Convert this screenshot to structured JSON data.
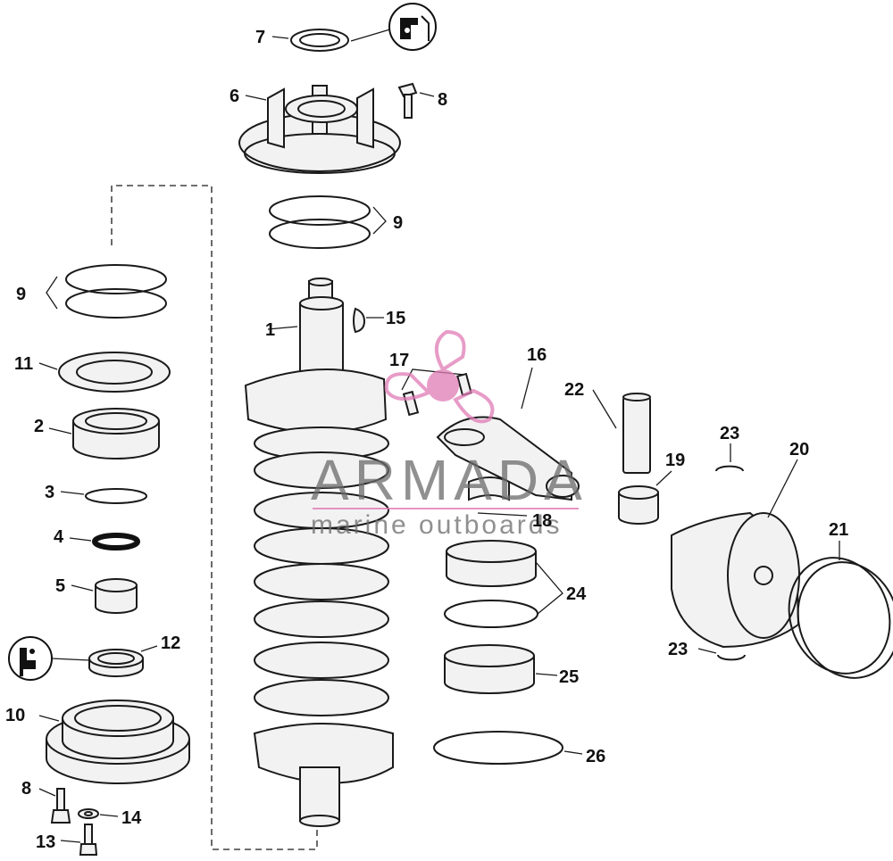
{
  "callouts": {
    "c1": "1",
    "c2": "2",
    "c3": "3",
    "c4": "4",
    "c5": "5",
    "c6": "6",
    "c7": "7",
    "c8a": "8",
    "c8b": "8",
    "c9a": "9",
    "c9b": "9",
    "c10": "10",
    "c11": "11",
    "c12": "12",
    "c13": "13",
    "c14": "14",
    "c15": "15",
    "c16": "16",
    "c17": "17",
    "c18": "18",
    "c19": "19",
    "c20": "20",
    "c21": "21",
    "c22": "22",
    "c23a": "23",
    "c23b": "23",
    "c24": "24",
    "c25": "25",
    "c26": "26"
  },
  "watermark": {
    "title": "ARMADA",
    "subtitle": "marine outboards",
    "logo_color": "#e07bb5"
  },
  "icons": {
    "seal_detail": "seal-lip-detail-icon",
    "seal_detail_small": "seal-lip-detail-small-icon"
  }
}
